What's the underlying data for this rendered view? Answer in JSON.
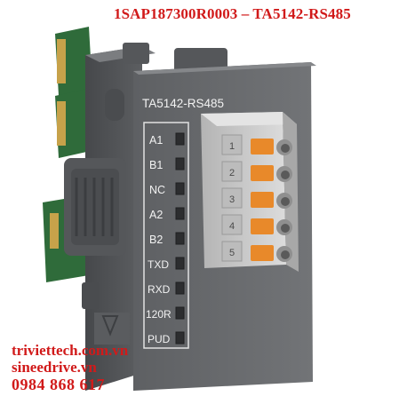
{
  "title": "1SAP187300R0003 – TA5142-RS485",
  "product": {
    "model_label": "TA5142-RS485",
    "ports": [
      "A1",
      "B1",
      "NC",
      "A2",
      "B2",
      "TXD",
      "RXD",
      "120R",
      "PUD"
    ],
    "terminal_numbers": [
      "1",
      "2",
      "3",
      "4",
      "5"
    ],
    "colors": {
      "housing": "#6b6d70",
      "terminal_block": "#c9c9c9",
      "clamp": "#e8892a",
      "pcb": "#2f6b3a"
    }
  },
  "watermark": {
    "line1": "triviettech.com.vn",
    "line2": "sineedrive.vn",
    "line3": "0984 868 617"
  }
}
